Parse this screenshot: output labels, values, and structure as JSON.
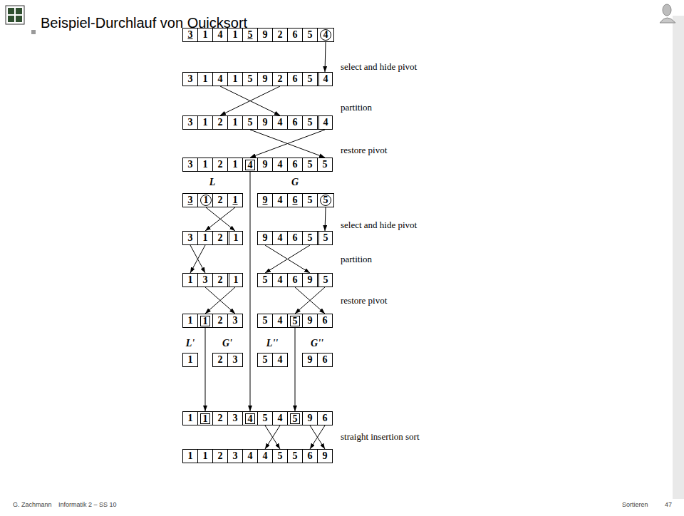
{
  "diagram": {
    "title": "Beispiel-Durchlauf von Quicksort",
    "nodes": [
      {
        "text": [
          "3"
        ]
      },
      {
        "text": [
          "1"
        ]
      },
      {
        "text": [
          "4"
        ]
      },
      {
        "text": [
          "1"
        ]
      },
      {
        "text": [
          "5"
        ]
      },
      {
        "text": [
          "9"
        ]
      },
      {
        "text": [
          "2"
        ]
      },
      {
        "text": [
          "6"
        ]
      },
      {
        "text": [
          "5"
        ]
      },
      {
        "text": [
          "4"
        ]
      },
      {
        "text": [
          "3"
        ]
      },
      {
        "text": [
          "1"
        ]
      },
      {
        "text": [
          "4"
        ]
      },
      {
        "text": [
          "1"
        ]
      },
      {
        "text": [
          "5"
        ]
      },
      {
        "text": [
          "9"
        ]
      },
      {
        "text": [
          "2"
        ]
      },
      {
        "text": [
          "6"
        ]
      },
      {
        "text": [
          "5"
        ]
      },
      {
        "text": [
          "4"
        ]
      },
      {
        "text": [
          "3"
        ]
      },
      {
        "text": [
          "1"
        ]
      },
      {
        "text": [
          "2"
        ]
      },
      {
        "text": [
          "1"
        ]
      },
      {
        "text": [
          "5"
        ]
      },
      {
        "text": [
          "9"
        ]
      },
      {
        "text": [
          "4"
        ]
      },
      {
        "text": [
          "6"
        ]
      },
      {
        "text": [
          "5"
        ]
      },
      {
        "text": [
          "4"
        ]
      },
      {
        "text": [
          "3"
        ]
      },
      {
        "text": [
          "1"
        ]
      },
      {
        "text": [
          "2"
        ]
      },
      {
        "text": [
          "1"
        ]
      },
      {
        "text": [
          "4"
        ]
      },
      {
        "text": [
          "9"
        ]
      },
      {
        "text": [
          "4"
        ]
      },
      {
        "text": [
          "6"
        ]
      },
      {
        "text": [
          "5"
        ]
      },
      {
        "text": [
          "5"
        ]
      },
      {
        "text": [
          "3"
        ]
      },
      {
        "text": [
          "1"
        ]
      },
      {
        "text": [
          "2"
        ]
      },
      {
        "text": [
          "1"
        ]
      },
      {
        "text": [
          "9"
        ]
      },
      {
        "text": [
          "4"
        ]
      },
      {
        "text": [
          "6"
        ]
      },
      {
        "text": [
          "5"
        ]
      },
      {
        "text": [
          "5"
        ]
      },
      {
        "text": [
          "3"
        ]
      },
      {
        "text": [
          "1"
        ]
      },
      {
        "text": [
          "2"
        ]
      },
      {
        "text": [
          "1"
        ]
      },
      {
        "text": [
          "9"
        ]
      },
      {
        "text": [
          "4"
        ]
      },
      {
        "text": [
          "6"
        ]
      },
      {
        "text": [
          "5"
        ]
      },
      {
        "text": [
          "5"
        ]
      },
      {
        "text": [
          "1"
        ]
      },
      {
        "text": [
          "3"
        ]
      },
      {
        "text": [
          "2"
        ]
      },
      {
        "text": [
          "1"
        ]
      },
      {
        "text": [
          "5"
        ]
      },
      {
        "text": [
          "4"
        ]
      },
      {
        "text": [
          "6"
        ]
      },
      {
        "text": [
          "9"
        ]
      },
      {
        "text": [
          "5"
        ]
      },
      {
        "text": [
          "1"
        ]
      },
      {
        "text": [
          "1"
        ]
      },
      {
        "text": [
          "2"
        ]
      },
      {
        "text": [
          "3"
        ]
      },
      {
        "text": [
          "5"
        ]
      },
      {
        "text": [
          "4"
        ]
      },
      {
        "text": [
          "5"
        ]
      },
      {
        "text": [
          "9"
        ]
      },
      {
        "text": [
          "6"
        ]
      },
      {
        "text": [
          "1"
        ]
      },
      {
        "text": [
          "2"
        ]
      },
      {
        "text": [
          "3"
        ]
      },
      {
        "text": [
          "5"
        ]
      },
      {
        "text": [
          "4"
        ]
      },
      {
        "text": [
          "9"
        ]
      },
      {
        "text": [
          "6"
        ]
      },
      {
        "text": [
          "1"
        ]
      },
      {
        "text": [
          "1"
        ]
      },
      {
        "text": [
          "2"
        ]
      },
      {
        "text": [
          "3"
        ]
      },
      {
        "text": [
          "4"
        ]
      },
      {
        "text": [
          "5"
        ]
      },
      {
        "text": [
          "4"
        ]
      },
      {
        "text": [
          "5"
        ]
      },
      {
        "text": [
          "9"
        ]
      },
      {
        "text": [
          "6"
        ]
      },
      {
        "text": [
          "1"
        ]
      },
      {
        "text": [
          "1"
        ]
      },
      {
        "text": [
          "2"
        ]
      },
      {
        "text": [
          "3"
        ]
      },
      {
        "text": [
          "4"
        ]
      },
      {
        "text": [
          "4"
        ]
      },
      {
        "text": [
          "5"
        ]
      },
      {
        "text": [
          "5"
        ]
      },
      {
        "text": [
          "6"
        ]
      },
      {
        "text": [
          "9"
        ]
      }
    ],
    "edges": [
      {
        "from": 9,
        "to": 19,
        "arrow": "to"
      },
      {
        "from": 12,
        "to": 26,
        "arrow": "to"
      },
      {
        "from": 16,
        "to": 22,
        "arrow": "to"
      },
      {
        "from": 24,
        "to": 39,
        "arrow": "to"
      },
      {
        "from": 29,
        "to": 34,
        "arrow": "to"
      },
      {
        "from": 34,
        "to": 87,
        "arrow": "to"
      },
      {
        "from": 41,
        "to": 52,
        "arrow": "to"
      },
      {
        "from": 43,
        "to": 50,
        "arrow": "to"
      },
      {
        "from": 48,
        "to": 57,
        "arrow": "to"
      },
      {
        "from": 49,
        "to": 59,
        "arrow": "to"
      },
      {
        "from": 50,
        "to": 58,
        "arrow": "to"
      },
      {
        "from": 53,
        "to": 65,
        "arrow": "to"
      },
      {
        "from": 56,
        "to": 62,
        "arrow": "to"
      },
      {
        "from": 59,
        "to": 70,
        "arrow": "to"
      },
      {
        "from": 61,
        "to": 68,
        "arrow": "to"
      },
      {
        "from": 64,
        "to": 75,
        "arrow": "to"
      },
      {
        "from": 66,
        "to": 73,
        "arrow": "to"
      },
      {
        "from": 68,
        "to": 84,
        "arrow": "to"
      },
      {
        "from": 73,
        "to": 90,
        "arrow": "to"
      },
      {
        "from": 88,
        "to": 99,
        "arrow": "to"
      },
      {
        "from": 89,
        "to": 98,
        "arrow": "to"
      },
      {
        "from": 91,
        "to": 102,
        "arrow": "to"
      },
      {
        "from": 92,
        "to": 101,
        "arrow": "to"
      }
    ],
    "labels": [
      "select and hide pivot",
      "partition",
      "restore pivot",
      "L",
      "G",
      "select and hide pivot",
      "partition",
      "restore pivot",
      "L'",
      "G'",
      "L''",
      "G''",
      "straight insertion sort",
      "G. Zachmann",
      "Informatik 2 – SS 10",
      "Sortieren",
      "47"
    ]
  }
}
